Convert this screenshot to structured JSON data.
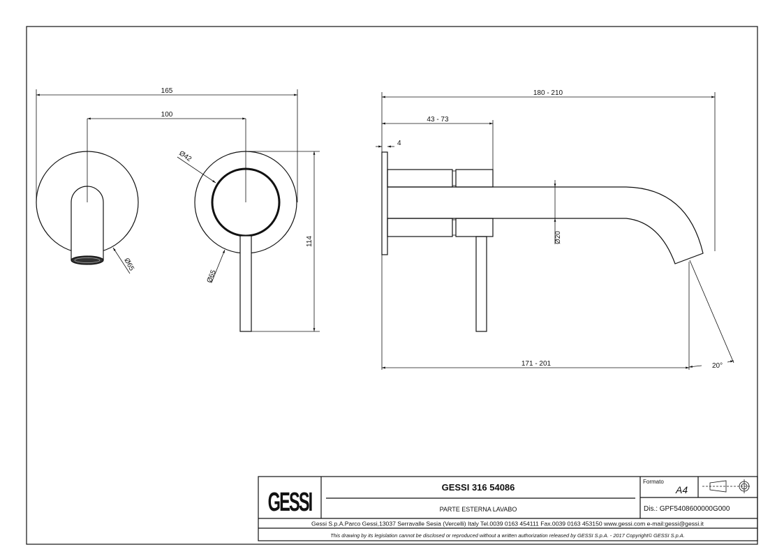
{
  "dimensions": {
    "front_width_total": "165",
    "front_center_distance": "100",
    "front_height": "114",
    "spout_plate_diameter": "Ø65",
    "mixer_plate_diameter": "Ø65",
    "handle_diameter": "Ø42",
    "side_total_length": "180 - 210",
    "side_body_length": "43 - 73",
    "plate_thickness": "4",
    "spout_diameter": "Ø20",
    "side_outlet_distance": "171 - 201",
    "outlet_angle": "20°"
  },
  "title_block": {
    "logo": "GESSI",
    "product_code": "GESSI 316 54086",
    "description": "PARTE ESTERNA LAVABO",
    "format_label": "Formato",
    "format_value": "A4",
    "drawing_number": "Dis.: GPF5408600000G000",
    "address": "Gessi S.p.A.Parco Gessi,13037 Serravalle Sesia (Vercelli) Italy Tel.0039 0163 454111 Fax.0039 0163 453150 www.gessi.com e-mail:gessi@gessi.it",
    "disclaimer": "This drawing by its legislation cannot be disclosed or reproduced without a written authorization released by GESSI S.p.A. - 2017 Copyright© GESSI S.p.A."
  }
}
